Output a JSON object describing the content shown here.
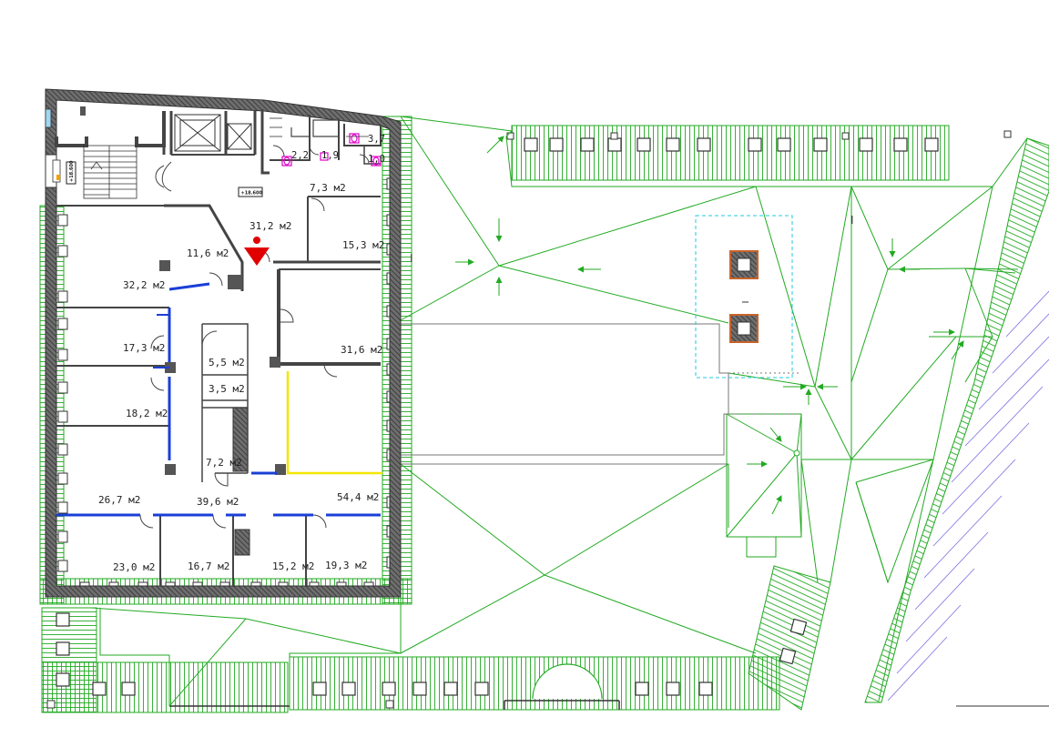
{
  "rooms": [
    {
      "id": "r1",
      "label": "31,2 м2"
    },
    {
      "id": "r2",
      "label": "11,6 м2"
    },
    {
      "id": "r3",
      "label": "7,3 м2"
    },
    {
      "id": "r4",
      "label": "15,3 м2"
    },
    {
      "id": "r5",
      "label": "32,2 м2"
    },
    {
      "id": "r6",
      "label": "17,3 м2"
    },
    {
      "id": "r7",
      "label": "5,5 м2"
    },
    {
      "id": "r8",
      "label": "3,5 м2"
    },
    {
      "id": "r9",
      "label": "31,6 м2"
    },
    {
      "id": "r10",
      "label": "18,2 м2"
    },
    {
      "id": "r11",
      "label": "7,2 м2"
    },
    {
      "id": "r12",
      "label": "26,7 м2"
    },
    {
      "id": "r13",
      "label": "39,6 м2"
    },
    {
      "id": "r14",
      "label": "54,4 м2"
    },
    {
      "id": "r15",
      "label": "23,0 м2"
    },
    {
      "id": "r16",
      "label": "16,7 м2"
    },
    {
      "id": "r17",
      "label": "15,2 м2"
    },
    {
      "id": "r18",
      "label": "19,3 м2"
    }
  ],
  "small_labels": [
    {
      "id": "s1",
      "label": "2,2"
    },
    {
      "id": "s2",
      "label": "1,9"
    },
    {
      "id": "s3",
      "label": "3,7"
    },
    {
      "id": "s4",
      "label": "1,0"
    }
  ],
  "level_marks": {
    "main": "+18.600",
    "stair": "+18.600"
  },
  "section_marks": {
    "a": "I",
    "b": "I"
  },
  "colors": {
    "wall": "#555555",
    "roof": "#22aa22",
    "partition_blue": "#1a3fd6",
    "partition_yellow": "#f2e600",
    "entrance": "#e10000",
    "chimney": "#c8632a",
    "outline_cyan": "#22c8e0",
    "hatch_violet": "#7b6fe0",
    "sanitary": "#e000c8"
  }
}
